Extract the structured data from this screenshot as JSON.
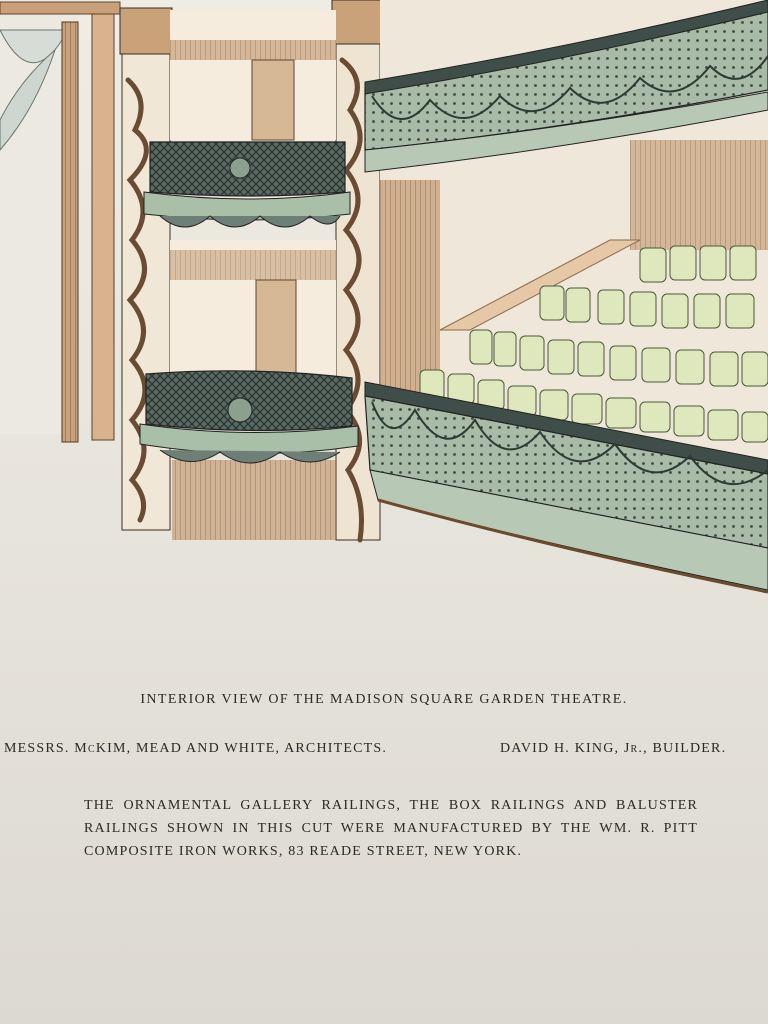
{
  "caption": {
    "title": "INTERIOR VIEW OF THE MADISON SQUARE GARDEN THEATRE.",
    "architects": "MESSRS. McKIM, MEAD AND WHITE, ARCHITECTS.",
    "builder": "DAVID H. KING, Jr., BUILDER.",
    "note": "THE ORNAMENTAL GALLERY RAILINGS, THE BOX RAILINGS AND BALUSTER RAILINGS SHOWN IN THIS CUT WERE MANUFACTURED BY THE WM. R. PITT COMPOSITE IRON WORKS, 83 READE STREET, NEW YORK."
  },
  "colors": {
    "paper": "#e9e6de",
    "ink": "#2a2926",
    "railing_green": "#9fb59e",
    "railing_dark": "#3f4e48",
    "wood_tan": "#c9a27a",
    "seat_green": "#d8e2b4"
  }
}
